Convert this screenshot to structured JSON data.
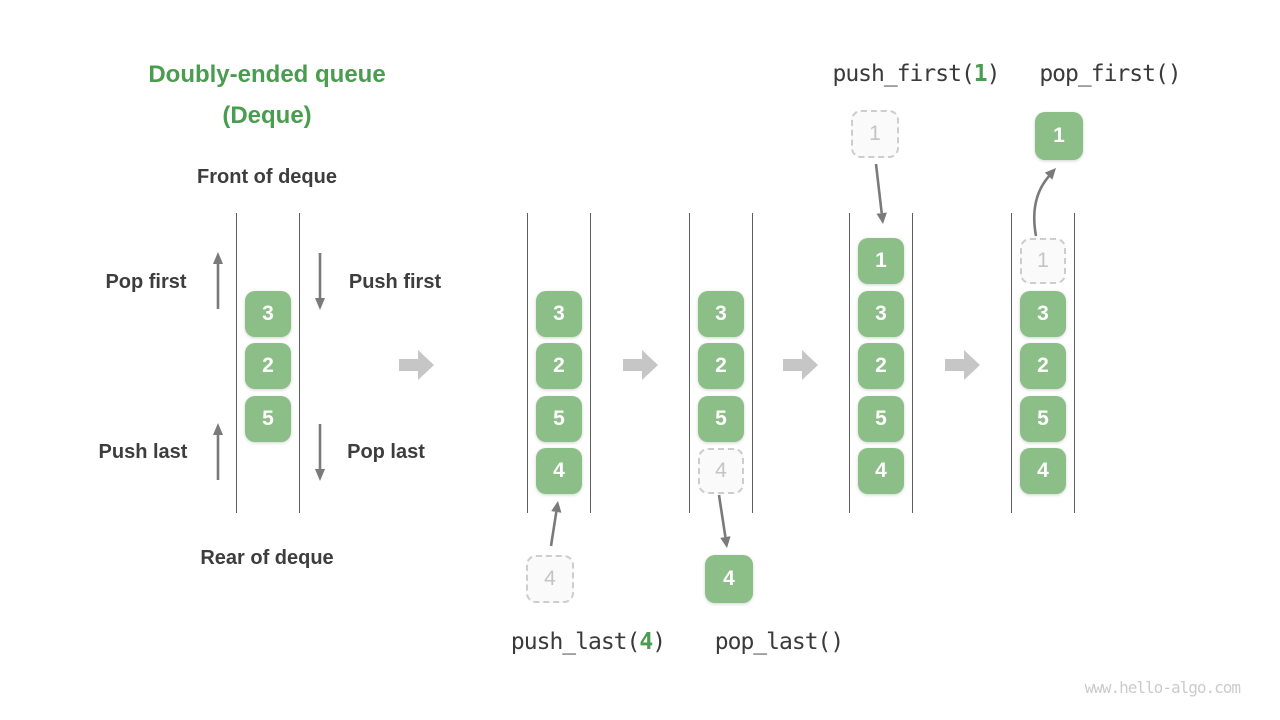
{
  "title": {
    "line1": "Doubly-ended queue",
    "line2": "(Deque)"
  },
  "annotations": {
    "front_label": "Front of deque",
    "rear_label": "Rear of deque",
    "pop_first_label": "Pop first",
    "push_first_label": "Push first",
    "push_last_label": "Push last",
    "pop_last_label": "Pop last"
  },
  "operations": {
    "push_first": {
      "prefix": "push_first(",
      "arg": "1",
      "suffix": ")"
    },
    "pop_first": {
      "label": "pop_first()"
    },
    "push_last": {
      "prefix": "push_last(",
      "arg": "4",
      "suffix": ")"
    },
    "pop_last": {
      "label": "pop_last()"
    }
  },
  "queues": {
    "legend": {
      "cells": [
        "3",
        "2",
        "5"
      ]
    },
    "after_push_last": {
      "cells": [
        "3",
        "2",
        "5",
        "4"
      ],
      "incoming_value": "4"
    },
    "after_pop_last": {
      "cells": [
        "3",
        "2",
        "5",
        "4"
      ],
      "removed_value": "4"
    },
    "after_push_first": {
      "cells": [
        "1",
        "3",
        "2",
        "5",
        "4"
      ],
      "incoming_value": "1"
    },
    "after_pop_first": {
      "cells": [
        "1",
        "3",
        "2",
        "5",
        "4"
      ],
      "removed_value": "1"
    }
  },
  "watermark": "www.hello-algo.com",
  "colors": {
    "title_green": "#4a9d4e",
    "cell_green": "#8cbe88",
    "code_arg_green": "#4a9d4e",
    "ghost_border": "#cdcdcd",
    "ghost_text": "#c4c4c4",
    "label_dark": "#3d3d3d",
    "arrow_gray": "#7a7a7a",
    "block_arrow_gray": "#c6c6c6",
    "watermark_gray": "#cbcbcb"
  }
}
